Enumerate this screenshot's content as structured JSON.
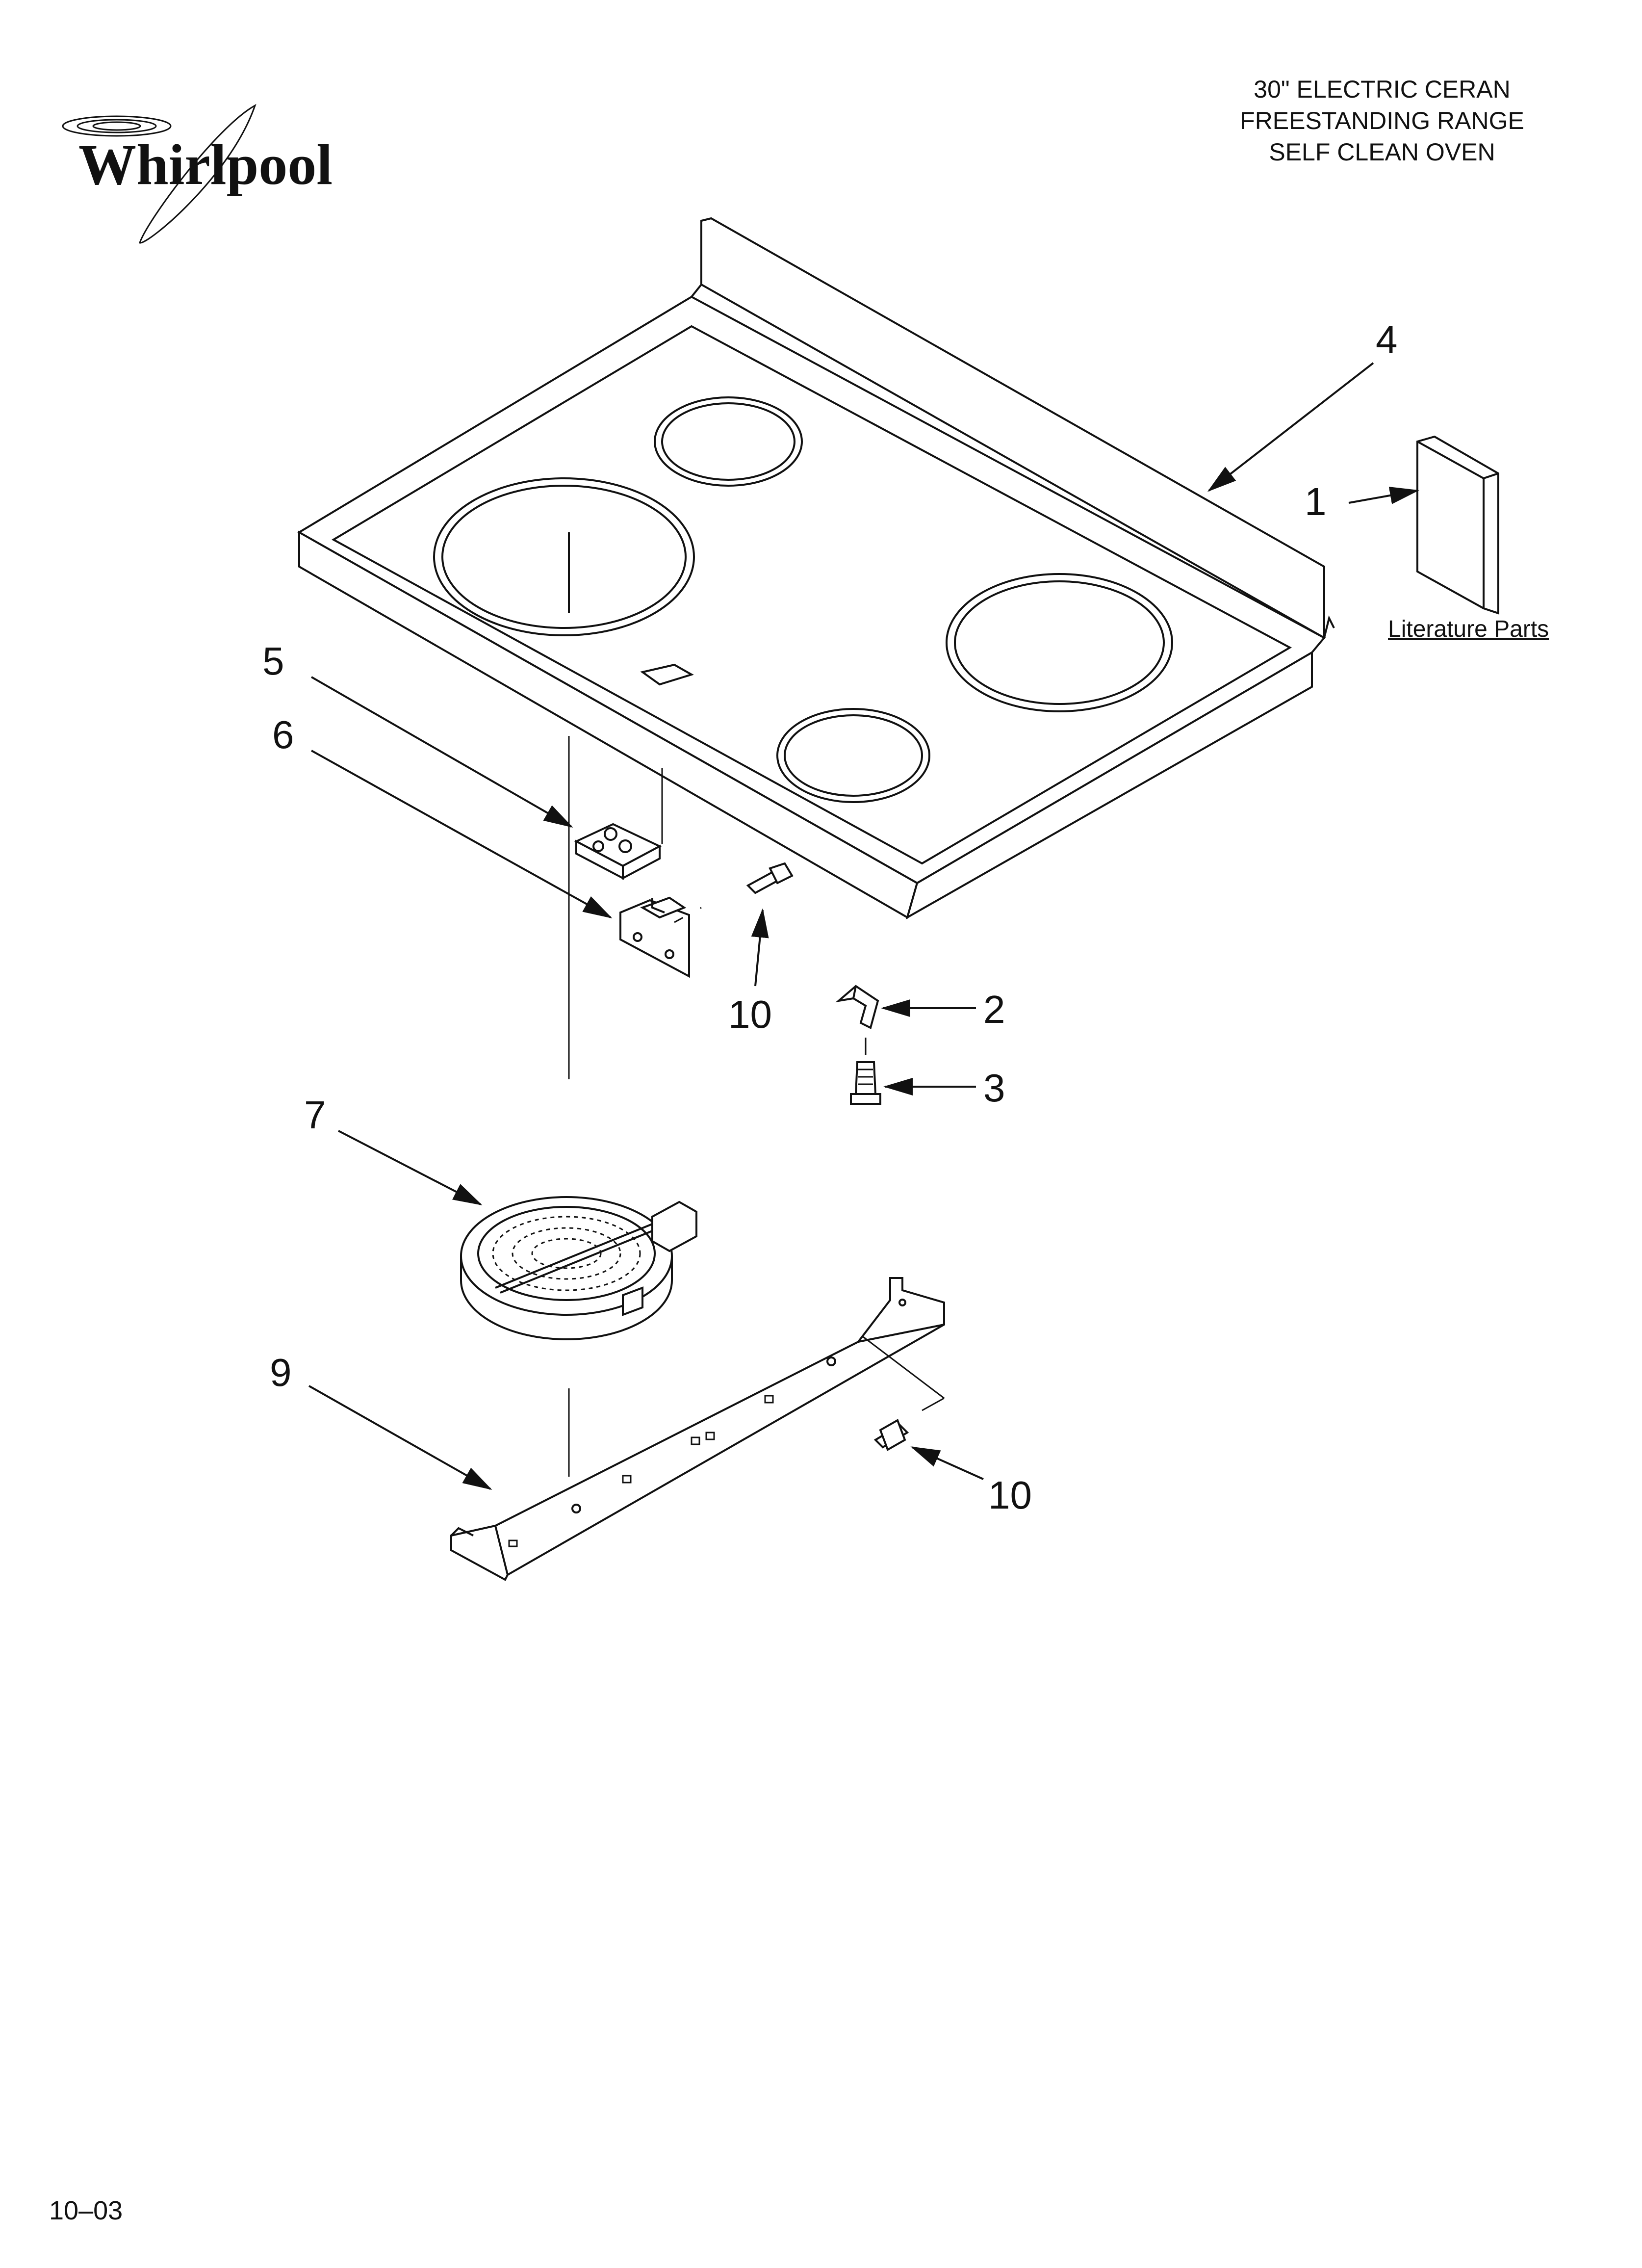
{
  "brand": {
    "name": "Whirlpool"
  },
  "title": {
    "line1": "30\" ELECTRIC CERAN",
    "line2": "FREESTANDING RANGE",
    "line3": "SELF CLEAN OVEN"
  },
  "literature_label": "Literature Parts",
  "callouts": {
    "c1": "1",
    "c2": "2",
    "c3": "3",
    "c4": "4",
    "c5": "5",
    "c6": "6",
    "c7": "7",
    "c9": "9",
    "c10a": "10",
    "c10b": "10"
  },
  "footer_code": "10–03"
}
